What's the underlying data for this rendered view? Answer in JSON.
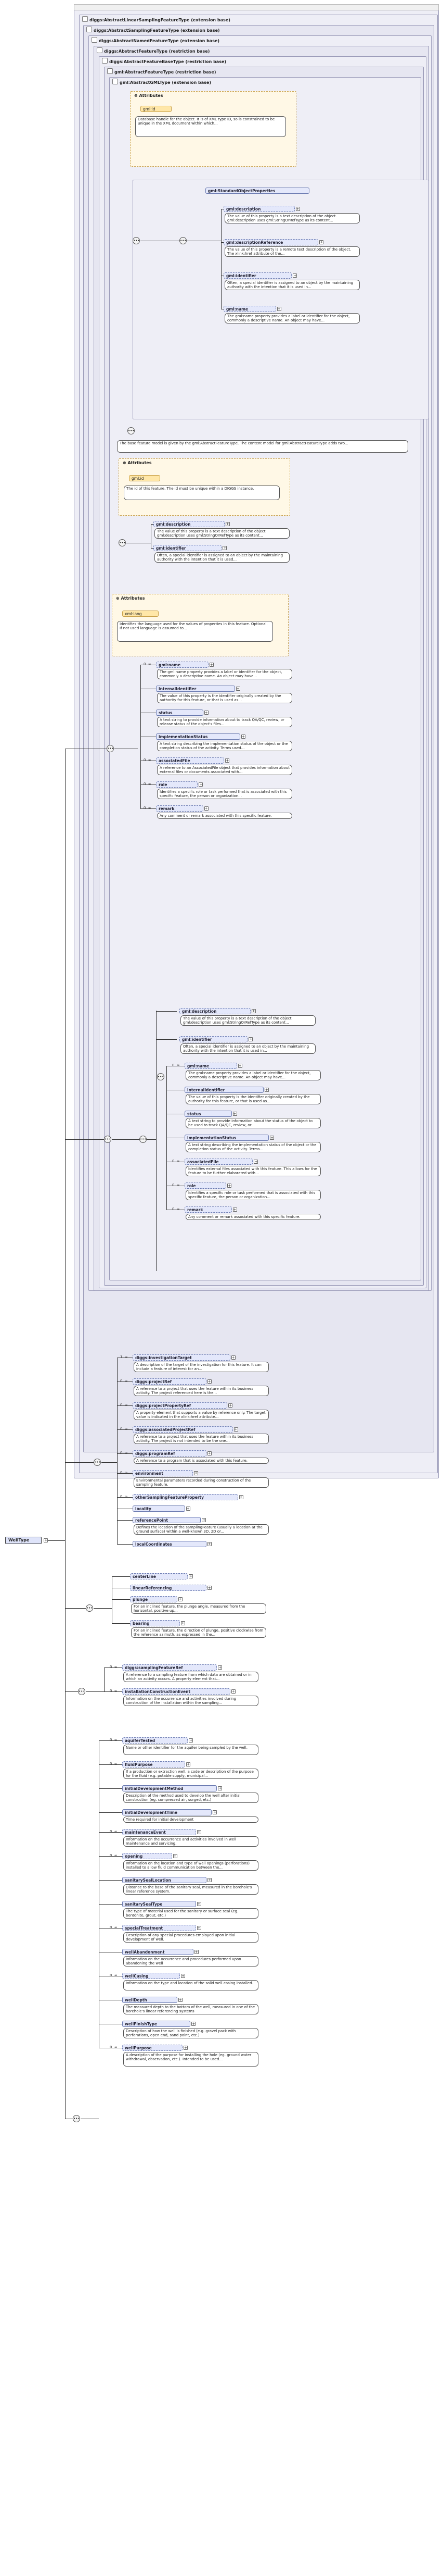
{
  "root_element": "WellType",
  "inheritance_frames": [
    "diggs:AbstractLinearSamplingFeatureType (extension base)",
    "diggs:AbstractSamplingFeatureType (extension base)",
    "diggs:AbstractNamedFeatureType (extension base)",
    "diggs:AbstractFeatureType (restriction base)",
    "diggs:AbstractFeatureBaseType (restriction base)",
    "gml:AbstractFeatureType (restriction base)",
    "gml:AbstractGMLType (extension base)"
  ],
  "gml_attributes": {
    "title": "Attributes",
    "attr": "gml:id",
    "desc": "Database handle for the object. It is of XML type ID, so is constrained to be unique in the XML document within which..."
  },
  "standard_props": {
    "group": "gml:StandardObjectProperties",
    "items": [
      {
        "name": "gml:description",
        "desc": "The value of this property is a text description of the object. gml:description uses gml:StringOrRefType as its content..."
      },
      {
        "name": "gml:descriptionReference",
        "desc": "The value of this property is a remote text description of the object. The xlink:href attribute of the..."
      },
      {
        "name": "gml:identifier",
        "desc": "Often, a special identifier is assigned to an object by the maintaining authority with the intention that it is used in..."
      },
      {
        "name": "gml:name",
        "desc": "The gml:name property provides a label or identifier for the object, commonly a descriptive name. An object may have..."
      }
    ]
  },
  "feature_base_note": "The base feature model is given by the gml:AbstractFeatureType. The content model for gml:AbstractFeatureType adds two...",
  "feature_base_attributes": {
    "title": "Attributes",
    "attr": "gml:id",
    "desc": "The id of this feature. The id must be unique within a DIGGS instance."
  },
  "feature_base_items": [
    {
      "name": "gml:description",
      "desc": "The value of this property is a text description of the object. gml:description uses gml:StringOrRefType as its content..."
    },
    {
      "name": "gml:identifier",
      "desc": "Often, a special identifier is assigned to an object by the maintaining authority with the intention that it is used..."
    }
  ],
  "named_attributes": {
    "title": "Attributes",
    "attr": "xml:lang",
    "desc": "Identifies the language used for the values of properties in this feature. Optional. If not used language is assumed to..."
  },
  "named_items": [
    {
      "name": "gml:name",
      "card": "0..∞",
      "desc": "The gml:name property provides a label or identifier for the object, commonly a descriptive name. An object may have..."
    },
    {
      "name": "internalIdentifier",
      "card": "",
      "desc": "The value of this property is the identifier originally created by the authority for this feature, or that is used as..."
    },
    {
      "name": "status",
      "card": "",
      "desc": "A text string to provide information about to track QA/QC, review, or release status of the object's files..."
    },
    {
      "name": "implementationStatus",
      "card": "",
      "desc": "A text string describing the implementation status of the object or the completion status of the activity. Terms used..."
    },
    {
      "name": "associatedFile",
      "card": "0..∞",
      "desc": "A reference to an AssociatedFile object that provides information about external files or documents associated with..."
    },
    {
      "name": "role",
      "card": "0..∞",
      "desc": "Identifies a specific role or task performed that is associated with this specific feature, the person or organization..."
    },
    {
      "name": "remark",
      "card": "0..∞",
      "desc": "Any comment or remark associated with this specific feature."
    }
  ],
  "feature_items": [
    {
      "name": "gml:description",
      "card": "",
      "desc": "The value of this property is a text description of the object. gml:description uses gml:StringOrRefType as its content..."
    },
    {
      "name": "gml:identifier",
      "card": "",
      "desc": "Often, a special identifier is assigned to an object by the maintaining authority with the intention that it is used in..."
    },
    {
      "name": "gml:name",
      "card": "0..∞",
      "desc": "The gml:name property provides a label or identifier for the object, commonly a descriptive name. An object may have..."
    },
    {
      "name": "internalIdentifier",
      "card": "",
      "desc": "The value of this property is the identifier originally created by the authority for this feature, or that is used as..."
    },
    {
      "name": "status",
      "card": "",
      "desc": "A text string to provide information about the status of the object to be used to track QA/QC, review, or..."
    },
    {
      "name": "implementationStatus",
      "card": "",
      "desc": "A text string describing the implementation status of the object or the completion status of the activity. Terms..."
    },
    {
      "name": "associatedFile",
      "card": "0..∞",
      "desc": "Identifies external files associated with this feature. This allows for the feature to be further elaborated with..."
    },
    {
      "name": "role",
      "card": "0..∞",
      "desc": "Identifies a specific role or task performed that is associated with this specific feature, the person or organization..."
    },
    {
      "name": "remark",
      "card": "0..∞",
      "desc": "Any comment or remark associated with this specific feature."
    }
  ],
  "sampling_items": [
    {
      "name": "diggs:investigationTarget",
      "card": "1..∞",
      "desc": "A description of the target of the investigation for this feature. It can include a feature of interest for an..."
    },
    {
      "name": "diggs:projectRef",
      "card": "0..∞",
      "desc": "A reference to a project that uses the feature within its business activity. The project referenced here is the..."
    },
    {
      "name": "diggs:projectPropertyRef",
      "card": "0..∞",
      "desc": "A property element that supports a value by reference only. The target value is indicated in the xlink:href attribute..."
    },
    {
      "name": "diggs:associatedProjectRef",
      "card": "0..∞",
      "desc": "A reference to a project that uses the feature within its business activity. The project is not intended to be the one..."
    },
    {
      "name": "diggs:programRef",
      "card": "0..∞",
      "desc": "A reference to a program that is associated with this feature."
    },
    {
      "name": "environment",
      "card": "0..∞",
      "desc": "Environmental parameters recorded during construction of the sampling feature."
    },
    {
      "name": "otherSamplingFeatureProperty",
      "card": "0..∞",
      "desc": ""
    },
    {
      "name": "locality",
      "card": "",
      "desc": ""
    },
    {
      "name": "referencePoint",
      "card": "",
      "desc": "Defines the location of the samplingFeature (usually a location at the ground surface) within a well-known 3D, 2D or..."
    },
    {
      "name": "localCoordinates",
      "card": "",
      "desc": ""
    }
  ],
  "linear_items": [
    {
      "name": "centerLine",
      "card": "",
      "desc": ""
    },
    {
      "name": "linearReferencing",
      "card": "",
      "desc": ""
    },
    {
      "name": "plunge",
      "card": "",
      "desc": "For an inclined feature, the plunge angle, measured from the horizontal, positive up..."
    },
    {
      "name": "bearing",
      "card": "",
      "desc": "For an inclined feature, the direction of plunge, positive clockwise from the reference azimuth, as expressed in the..."
    }
  ],
  "sampling_feature_items": [
    {
      "name": "diggs:samplingFeatureRef",
      "card": "0..∞",
      "desc": "A reference to a sampling feature from which data are obtained or in which an activity occurs. A property element that..."
    },
    {
      "name": "installationConstructionEvent",
      "card": "0..∞",
      "desc": "Information on the occurrence and activities involved during construction of the installation within the sampling..."
    }
  ],
  "well_items": [
    {
      "name": "aquiferTested",
      "card": "0..∞",
      "desc": "Name or other identifier for the aquifer being sampled by the well."
    },
    {
      "name": "fluidPurpose",
      "card": "0..∞",
      "desc": "If a production or extraction well, a code or description of the purpose for the fluid (e.g. potable supply, municipal..."
    },
    {
      "name": "initialDevelopmentMethod",
      "card": "",
      "desc": "Description of the method used to develop the well after initial construction (eg. compressed air, surged, etc.)"
    },
    {
      "name": "initialDevelopmentTime",
      "card": "",
      "desc": "Time required for initial development"
    },
    {
      "name": "maintenanceEvent",
      "card": "0..∞",
      "desc": "Information on the occurrence and activities involved in well maintenance and servicing."
    },
    {
      "name": "opening",
      "card": "0..∞",
      "desc": "Information on the location and type of well openings (perforations) installed to allow fluid communication between the..."
    },
    {
      "name": "sanitarySealLocation",
      "card": "",
      "desc": "Distance to the base of the sanitary seal, measured in the borehole's linear reference system."
    },
    {
      "name": "sanitarySealType",
      "card": "",
      "desc": "The type of material used for the sanitary or surface seal (eg. bentonite, grout, etc.)"
    },
    {
      "name": "specialTreatment",
      "card": "0..∞",
      "desc": "Description of any special procedures employed upon initial development of well."
    },
    {
      "name": "wellAbandonment",
      "card": "",
      "desc": "Information on the occurrence and procedures performed upon abandoning the well"
    },
    {
      "name": "wellCasing",
      "card": "0..∞",
      "desc": "Information on the type and location of the solid well casing installed."
    },
    {
      "name": "wellDepth",
      "card": "",
      "desc": "The measured depth to the bottom of the well, measured in one of the borehole's linear referencing systems"
    },
    {
      "name": "wellFinishType",
      "card": "",
      "desc": "Description of how the well is finished (e.g. gravel pack with perforations, open end, sand point, etc.)"
    },
    {
      "name": "wellPurpose",
      "card": "0..∞",
      "desc": "A description of the purpose for installing the hole (eg. ground water withdrawal, observation, etc.). Intended to be used..."
    }
  ]
}
